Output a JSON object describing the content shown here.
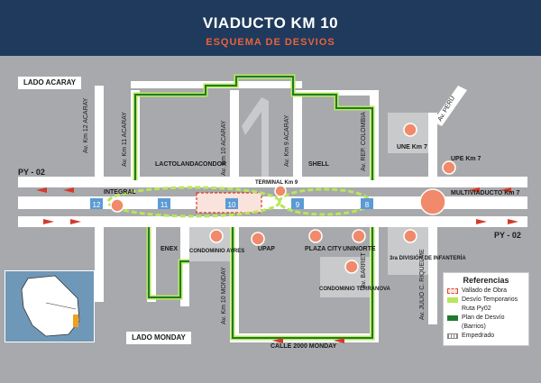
{
  "header": {
    "title": "VIADUCTO KM 10",
    "subtitle": "ESQUEMA DE DESVIOS"
  },
  "colors": {
    "header_bg": "#1f3a5c",
    "accent": "#e8623a",
    "map_bg": "#a7a9ac",
    "road": "#ffffff",
    "detour_temp": "#b8e65a",
    "detour_plan": "#1f7a2f",
    "vallado": "#d43a2a",
    "marker": "#f08a6a"
  },
  "labels": {
    "lado_acaray": "LADO ACARAY",
    "lado_monday": "LADO MONDAY",
    "py02_left": "PY - 02",
    "py02_right": "PY - 02",
    "integral": "INTEGRAL",
    "lactolanda": "LACTOLANDA",
    "condor": "CONDOR",
    "shell": "SHELL",
    "terminal": "TERMINAL Km 9",
    "multiviaducto": "MULTIVIADUCTO Km 7",
    "une": "UNE Km 7",
    "upe": "UPE Km 7",
    "enex": "ENEX",
    "condominio_ayres": "CONDOMINIO AYRES",
    "upap": "UPAP",
    "plaza_city": "PLAZA CITY",
    "uninorte": "UNINORTE",
    "division": "3ra DIVISIÓN DE INFANTERÍA",
    "terranova": "CONDOMINIO TERRANOVA",
    "calle2000": "CALLE 2000 MONDAY",
    "av_km12": "Av. Km 12 ACARAY",
    "av_km11": "Av. Km 11 ACARAY",
    "av_km10a": "Av. Km 10 ACARAY",
    "av_km9": "Av. Km 9 ACARAY",
    "av_rep": "Av. REP. COLOMBIA",
    "av_peru": "Av. PERU",
    "av_km10m": "Av. Km 10 MONDAY",
    "av_barret": "Av. BARRET",
    "av_julio": "Av. JULIO C. RIQUELME"
  },
  "badges": [
    "12",
    "11",
    "10",
    "9",
    "8"
  ],
  "legend": {
    "title": "Referencias",
    "items": [
      "Vallado de Obra",
      "Desvío Temporarios",
      "Ruta Py02",
      "Plan de Desvío",
      "(Barrios)",
      "Empedrado"
    ]
  }
}
